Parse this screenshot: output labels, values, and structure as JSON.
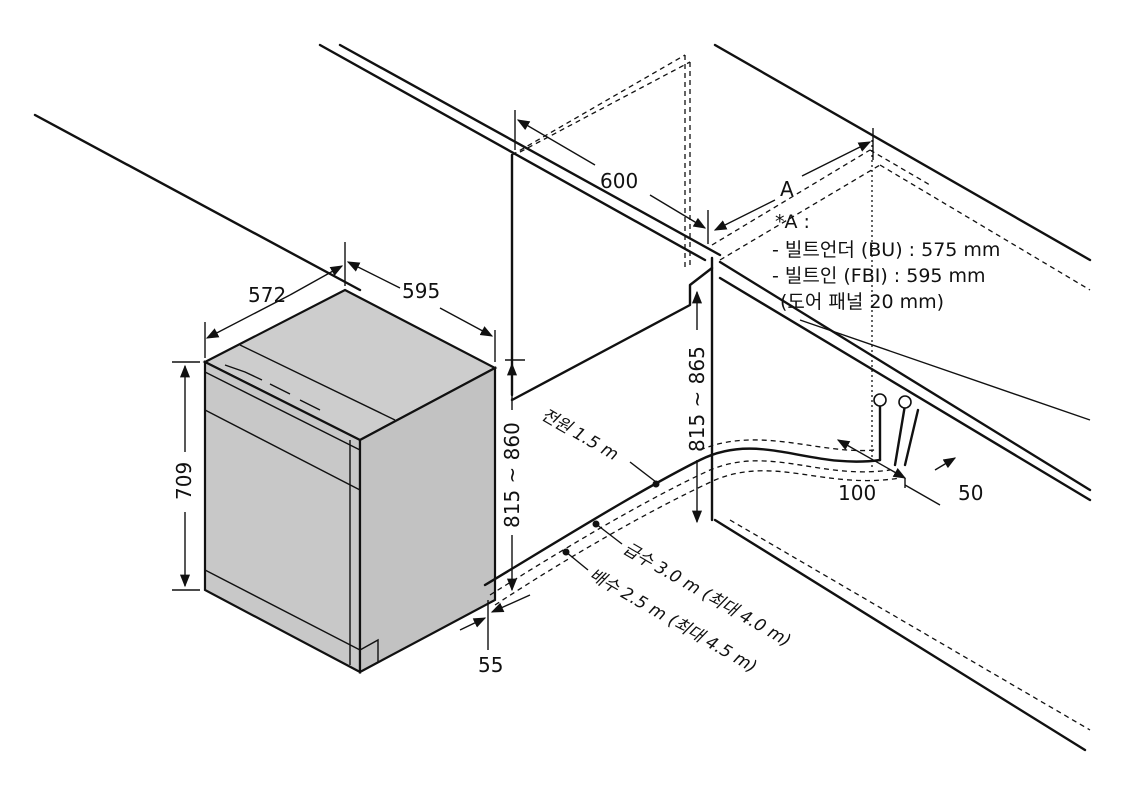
{
  "dimensions": {
    "depth": "572",
    "width": "595",
    "height": "709",
    "niche_width": "600",
    "a_label": "A",
    "niche_height_front": "815 ~ 860",
    "niche_height_back": "815 ~ 865",
    "kick_depth": "55",
    "hole_width": "100",
    "hole_depth": "50"
  },
  "note": {
    "title": "*A :",
    "bu": "- 빌트언더 (BU) : 575 mm",
    "fbi": "- 빌트인 (FBI) : 595 mm",
    "door_panel": "(도어 패널 20 mm)"
  },
  "hoses": {
    "power": "전원 1.5 m",
    "water_supply": "급수 3.0 m (최대 4.0 m)",
    "drain": "배수 2.5 m (최대 4.5 m)"
  },
  "colors": {
    "cabinet_front": "#c8c8c8",
    "cabinet_side": "#c2c2c2",
    "cabinet_top": "#cdcdcd",
    "line": "#111111"
  }
}
